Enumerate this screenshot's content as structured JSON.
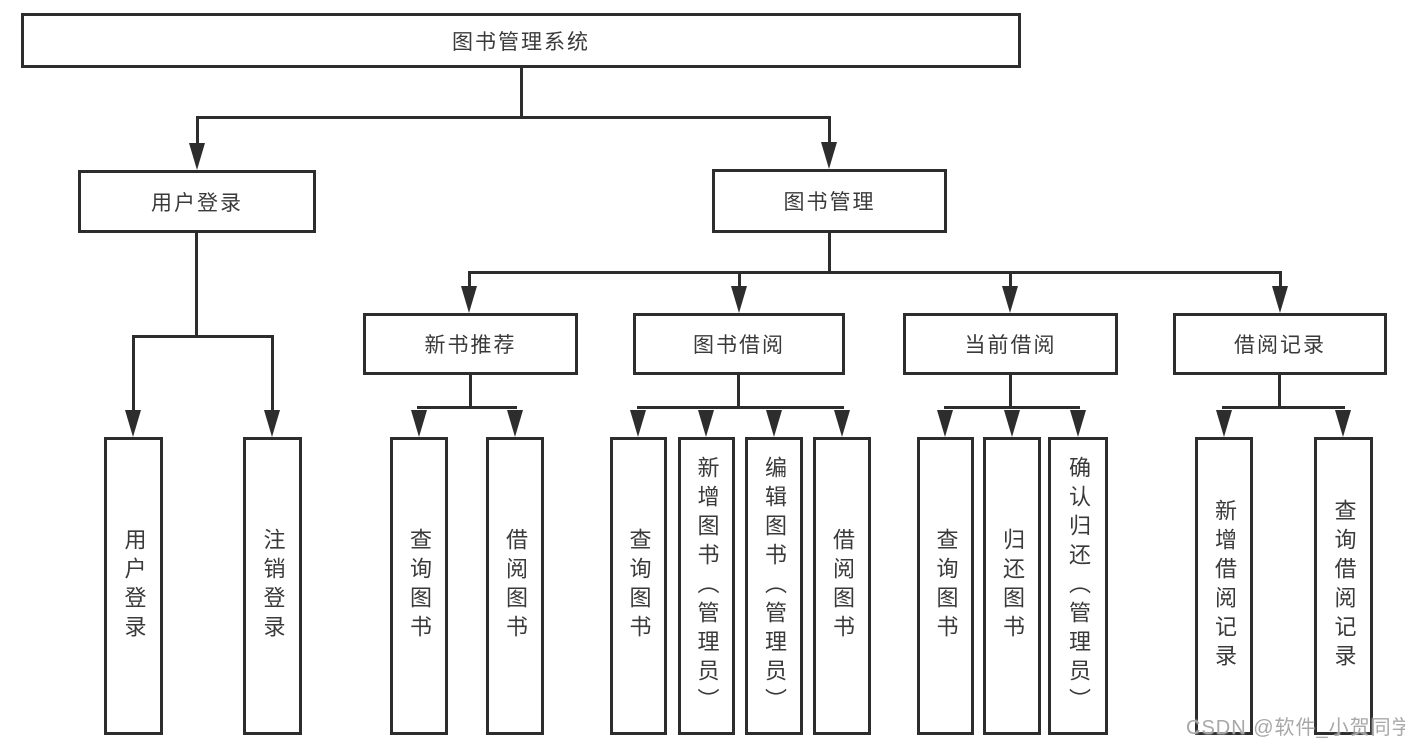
{
  "diagram": {
    "title": "图书管理系统",
    "branches": [
      {
        "label": "用户登录",
        "children": [
          "用户登录",
          "注销登录"
        ]
      },
      {
        "label": "图书管理",
        "children": [
          {
            "label": "新书推荐",
            "children": [
              "查询图书",
              "借阅图书"
            ]
          },
          {
            "label": "图书借阅",
            "children": [
              "查询图书",
              "新增图书（管理员）",
              "编辑图书（管理员）",
              "借阅图书"
            ]
          },
          {
            "label": "当前借阅",
            "children": [
              "查询图书",
              "归还图书",
              "确认归还（管理员）"
            ]
          },
          {
            "label": "借阅记录",
            "children": [
              "新增借阅记录",
              "查询借阅记录"
            ]
          }
        ]
      }
    ],
    "colors": {
      "line": "#2d2d2d",
      "text": "#3a3a3a",
      "background": "#ffffff",
      "watermark": "#a8a8a8"
    },
    "watermark": "CSDN @软件_小贺同学"
  }
}
